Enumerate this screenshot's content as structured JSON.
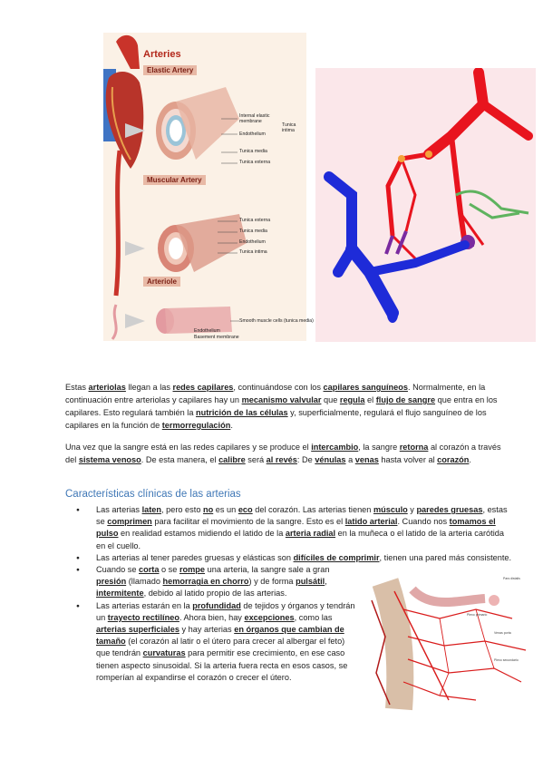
{
  "figure_arteries": {
    "title": "Arteries",
    "panels": {
      "elastic": "Elastic Artery",
      "muscular": "Muscular Artery",
      "arteriole": "Arteriole"
    },
    "labels": {
      "internal_elastic": "Internal elastic",
      "membrane": "membrane",
      "endothelium_1": "Endothelium",
      "tunica_media_1": "Tunica media",
      "tunica_externa_1": "Tunica externa",
      "tunica": "Tunica",
      "intima": "intima",
      "tunica_externa_2": "Tunica externa",
      "tunica_media_2": "Tunica media",
      "endothelium_2": "Endothelium",
      "tunica_intima": "Tunica intima",
      "smooth_muscle": "Smooth muscle cells (tunica media)",
      "endothelium_3": "Endothelium",
      "basement": "Basement membrane"
    }
  },
  "figure_network": {
    "labels": [
      "Pars distalis",
      "Plexo primario",
      "Venas porta",
      "Plexo secundario"
    ]
  },
  "paragraph1": [
    {
      "t": "Estas "
    },
    {
      "t": "arteriolas",
      "k": true
    },
    {
      "t": " llegan a las "
    },
    {
      "t": "redes capilares",
      "k": true
    },
    {
      "t": ", continuándose con los "
    },
    {
      "t": "capilares sanguíneos",
      "k": true
    },
    {
      "t": ". Normalmente, en la continuación entre arteriolas y capilares hay un "
    },
    {
      "t": "mecanismo valvular",
      "k": true
    },
    {
      "t": " que "
    },
    {
      "t": "regula",
      "k": true
    },
    {
      "t": " el "
    },
    {
      "t": "flujo de sangre",
      "k": true
    },
    {
      "t": " que entra en los capilares. Esto regulará también la "
    },
    {
      "t": "nutrición de las células",
      "k": true
    },
    {
      "t": " y, superficialmente, regulará el flujo sanguíneo de los capilares en la función de "
    },
    {
      "t": "termorregulación",
      "k": true
    },
    {
      "t": "."
    }
  ],
  "paragraph2": [
    {
      "t": "Una vez que la sangre está en las redes capilares y se produce el "
    },
    {
      "t": "intercambio",
      "k": true
    },
    {
      "t": ", la sangre "
    },
    {
      "t": "retorna",
      "k": true
    },
    {
      "t": " al corazón a través del "
    },
    {
      "t": "sistema venoso",
      "k": true
    },
    {
      "t": ". De esta manera, el "
    },
    {
      "t": "calibre",
      "k": true
    },
    {
      "t": " será "
    },
    {
      "t": "al revés",
      "k": true
    },
    {
      "t": ": De "
    },
    {
      "t": "vénulas",
      "k": true
    },
    {
      "t": " a "
    },
    {
      "t": "venas",
      "k": true
    },
    {
      "t": " hasta volver al "
    },
    {
      "t": "corazón",
      "k": true
    },
    {
      "t": "."
    }
  ],
  "section_title": "Características clínicas de las arterias",
  "bullets": [
    [
      {
        "t": "Las arterias "
      },
      {
        "t": "laten",
        "k": true
      },
      {
        "t": ", pero esto "
      },
      {
        "t": "no",
        "k": true
      },
      {
        "t": " es un "
      },
      {
        "t": "eco",
        "k": true
      },
      {
        "t": " del corazón. Las arterias tienen "
      },
      {
        "t": "músculo",
        "k": true
      },
      {
        "t": " y "
      },
      {
        "t": "paredes gruesas",
        "k": true
      },
      {
        "t": ", estas se "
      },
      {
        "t": "comprimen",
        "k": true
      },
      {
        "t": " para facilitar el movimiento de la sangre. Esto es el "
      },
      {
        "t": "latido arterial",
        "k": true
      },
      {
        "t": ". Cuando nos "
      },
      {
        "t": "tomamos el pulso",
        "k": true
      },
      {
        "t": " en realidad estamos midiendo el latido de la "
      },
      {
        "t": "arteria radial",
        "k": true
      },
      {
        "t": " en la muñeca o el latido de la arteria carótida en el cuello."
      }
    ],
    [
      {
        "t": "Las arterias al tener paredes gruesas y elásticas son "
      },
      {
        "t": "difíciles de comprimir",
        "k": true
      },
      {
        "t": ", tienen una pared más consistente."
      }
    ],
    [
      {
        "t": "Cuando se "
      },
      {
        "t": "corta",
        "k": true
      },
      {
        "t": " o se "
      },
      {
        "t": "rompe",
        "k": true
      },
      {
        "t": " una arteria, la sangre sale a gran "
      },
      {
        "t": "presión",
        "k": true
      },
      {
        "t": " (llamado "
      },
      {
        "t": "hemorragia en chorro",
        "k": true
      },
      {
        "t": ") y de forma "
      },
      {
        "t": "pulsátil",
        "k": true
      },
      {
        "t": ", "
      },
      {
        "t": "intermitente",
        "k": true
      },
      {
        "t": ", debido al latido propio de las arterias."
      }
    ],
    [
      {
        "t": "Las arterias estarán en la "
      },
      {
        "t": "profundidad",
        "k": true
      },
      {
        "t": " de tejidos y órganos y tendrán un "
      },
      {
        "t": "trayecto rectilíneo",
        "k": true
      },
      {
        "t": ". Ahora bien, hay "
      },
      {
        "t": "excepciones",
        "k": true
      },
      {
        "t": ", como las "
      },
      {
        "t": "arterias superficiales",
        "k": true
      },
      {
        "t": " y hay arterias "
      },
      {
        "t": "en órganos que cambian de tamaño",
        "k": true
      },
      {
        "t": " (el corazón al latir o el útero para crecer al albergar el feto) que tendrán "
      },
      {
        "t": "curvaturas",
        "k": true
      },
      {
        "t": " para permitir ese crecimiento, en ese caso tienen aspecto sinusoidal. Si la arteria fuera recta en esos casos, se romperían al expandirse el corazón o crecer el útero."
      }
    ]
  ]
}
